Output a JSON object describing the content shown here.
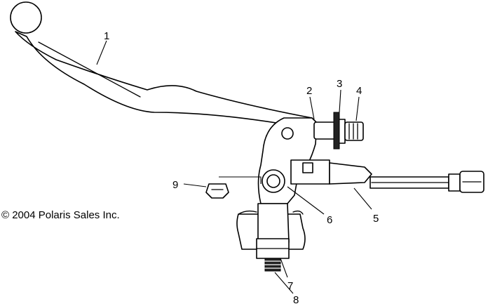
{
  "copyright": "© 2004 Polaris Sales Inc.",
  "callouts": [
    "1",
    "2",
    "3",
    "4",
    "5",
    "6",
    "7",
    "8",
    "9"
  ]
}
